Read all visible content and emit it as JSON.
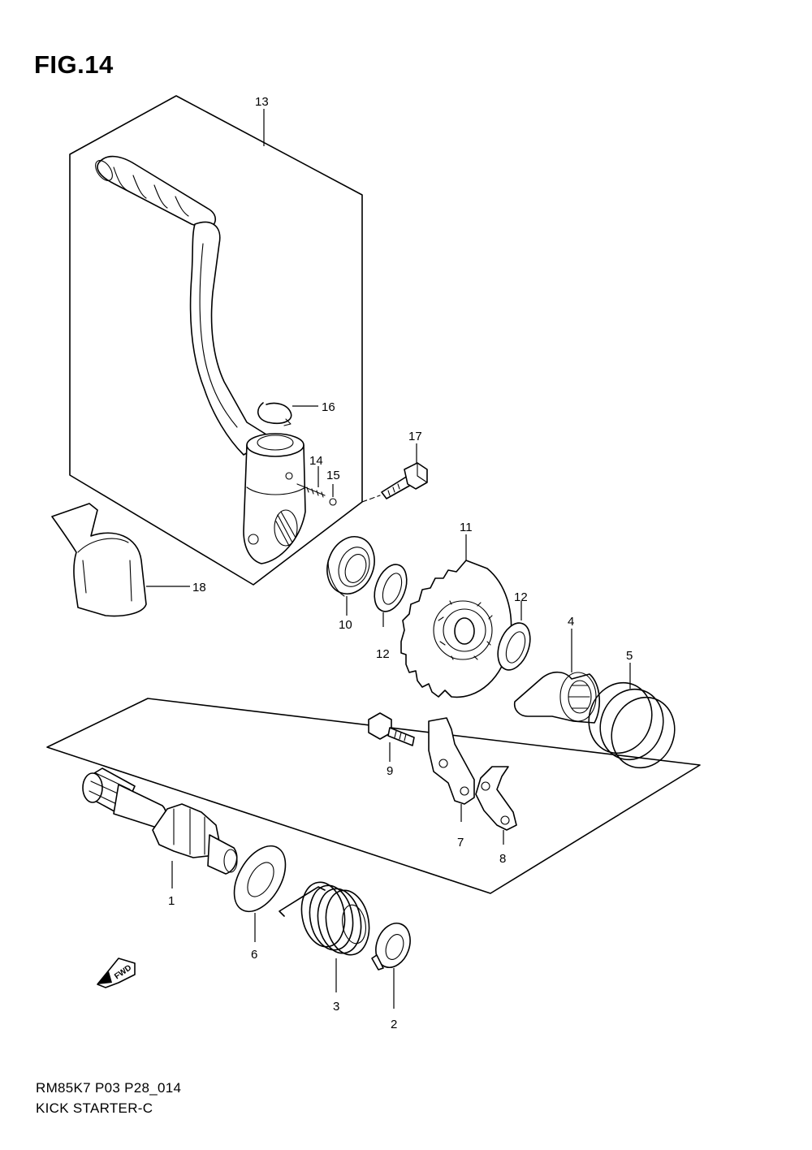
{
  "figure": {
    "title": "FIG.14"
  },
  "footer": {
    "code": "RM85K7 P03 P28_014",
    "name": "KICK STARTER-C"
  },
  "fwd_badge": {
    "label": "FWD"
  },
  "callouts": [
    {
      "id": "c1",
      "label": "1"
    },
    {
      "id": "c2",
      "label": "2"
    },
    {
      "id": "c3",
      "label": "3"
    },
    {
      "id": "c4",
      "label": "4"
    },
    {
      "id": "c5",
      "label": "5"
    },
    {
      "id": "c6",
      "label": "6"
    },
    {
      "id": "c7",
      "label": "7"
    },
    {
      "id": "c8",
      "label": "8"
    },
    {
      "id": "c9",
      "label": "9"
    },
    {
      "id": "c10",
      "label": "10"
    },
    {
      "id": "c11",
      "label": "11"
    },
    {
      "id": "c12a",
      "label": "12"
    },
    {
      "id": "c12b",
      "label": "12"
    },
    {
      "id": "c13",
      "label": "13"
    },
    {
      "id": "c14",
      "label": "14"
    },
    {
      "id": "c15",
      "label": "15"
    },
    {
      "id": "c16",
      "label": "16"
    },
    {
      "id": "c17",
      "label": "17"
    },
    {
      "id": "c18",
      "label": "18"
    }
  ]
}
